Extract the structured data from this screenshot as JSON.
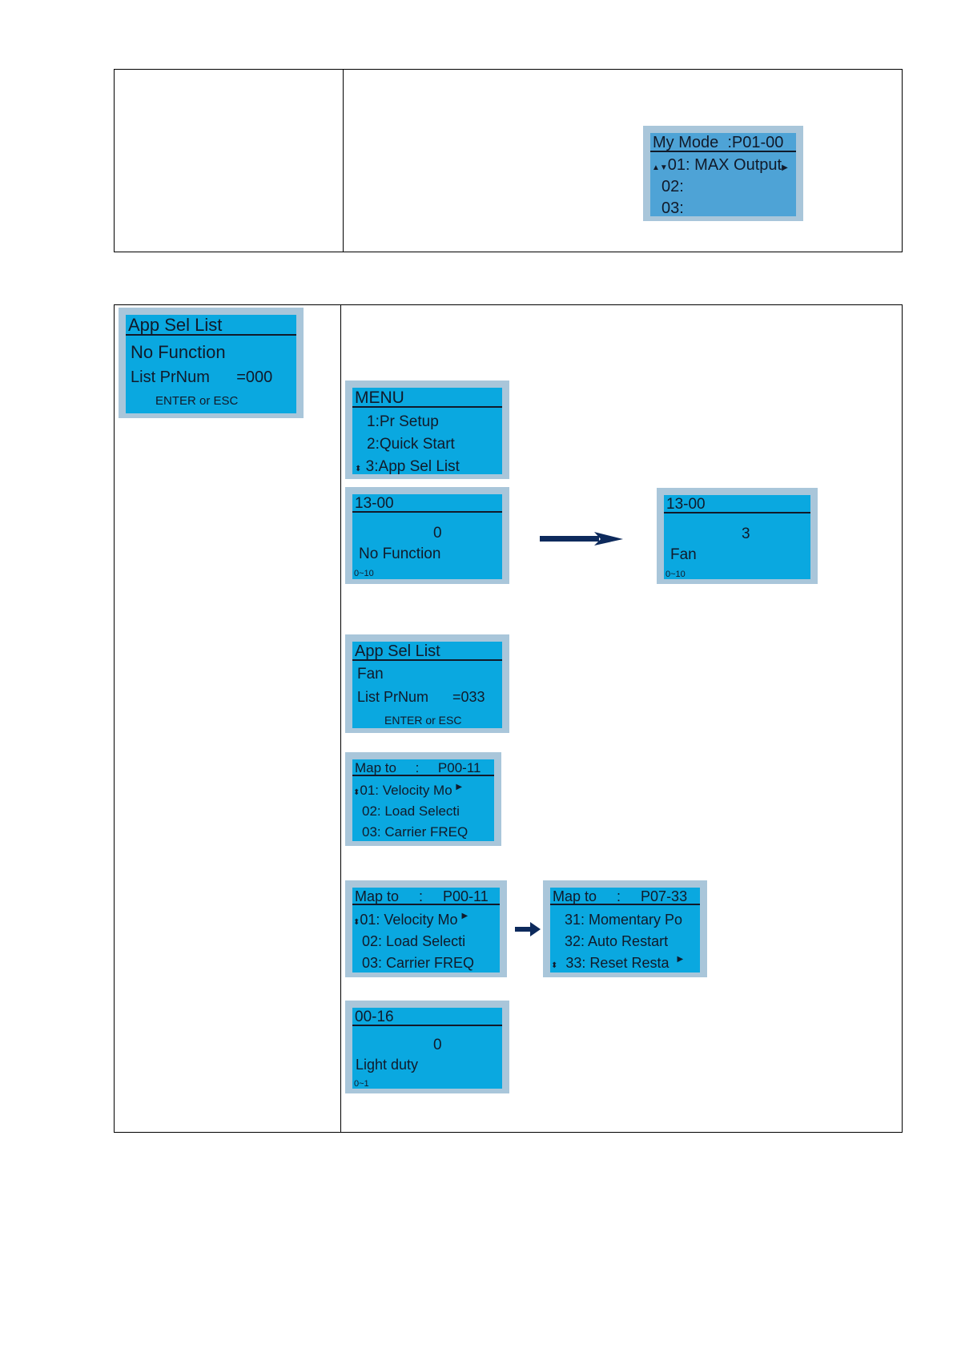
{
  "colors": {
    "lcd_frame": "#a9c6da",
    "lcd_screen": "#0aa8e0",
    "lcd_screen_dim": "#4ea3d6",
    "arrow": "#0d2a5c"
  },
  "mymode": {
    "header": "My Mode  :P01-00",
    "l1": "01: MAX Output",
    "l2": "02:",
    "l3": "03:"
  },
  "appsel_nofunc": {
    "header": "App Sel List",
    "l1": "No Function",
    "l2": "List PrNum      =000",
    "l3": "ENTER or ESC"
  },
  "menu": {
    "header": "MENU",
    "l1": "1:Pr Setup",
    "l2": "2:Quick Start",
    "l3": "3:App Sel List"
  },
  "p1300_a": {
    "header": "13-00",
    "value": "0",
    "name": "No Function",
    "range": "0~10"
  },
  "p1300_b": {
    "header": "13-00",
    "value": "3",
    "name": "Fan",
    "range": "0~10"
  },
  "appsel_fan": {
    "header": "App Sel List",
    "l1": "Fan",
    "l2": "List PrNum      =033",
    "l3": "ENTER or ESC"
  },
  "map1": {
    "header": "Map to     :     P00-11",
    "l1": "01: Velocity Mo",
    "l2": "02: Load Selecti",
    "l3": "03: Carrier FREQ"
  },
  "map2": {
    "header": "Map to     :     P00-11",
    "l1": "01: Velocity Mo",
    "l2": "02: Load Selecti",
    "l3": "03: Carrier FREQ"
  },
  "map3": {
    "header": "Map to     :     P07-33",
    "l1": "31: Momentary Po",
    "l2": "32: Auto Restart",
    "l3": "33: Reset Resta"
  },
  "p0016": {
    "header": "00-16",
    "value": "0",
    "name": "Light duty",
    "range": "0~1"
  },
  "icons": {
    "updown": "up-down-arrow-icon",
    "right": "right-triangle-icon",
    "flow": "right-arrow-icon"
  }
}
